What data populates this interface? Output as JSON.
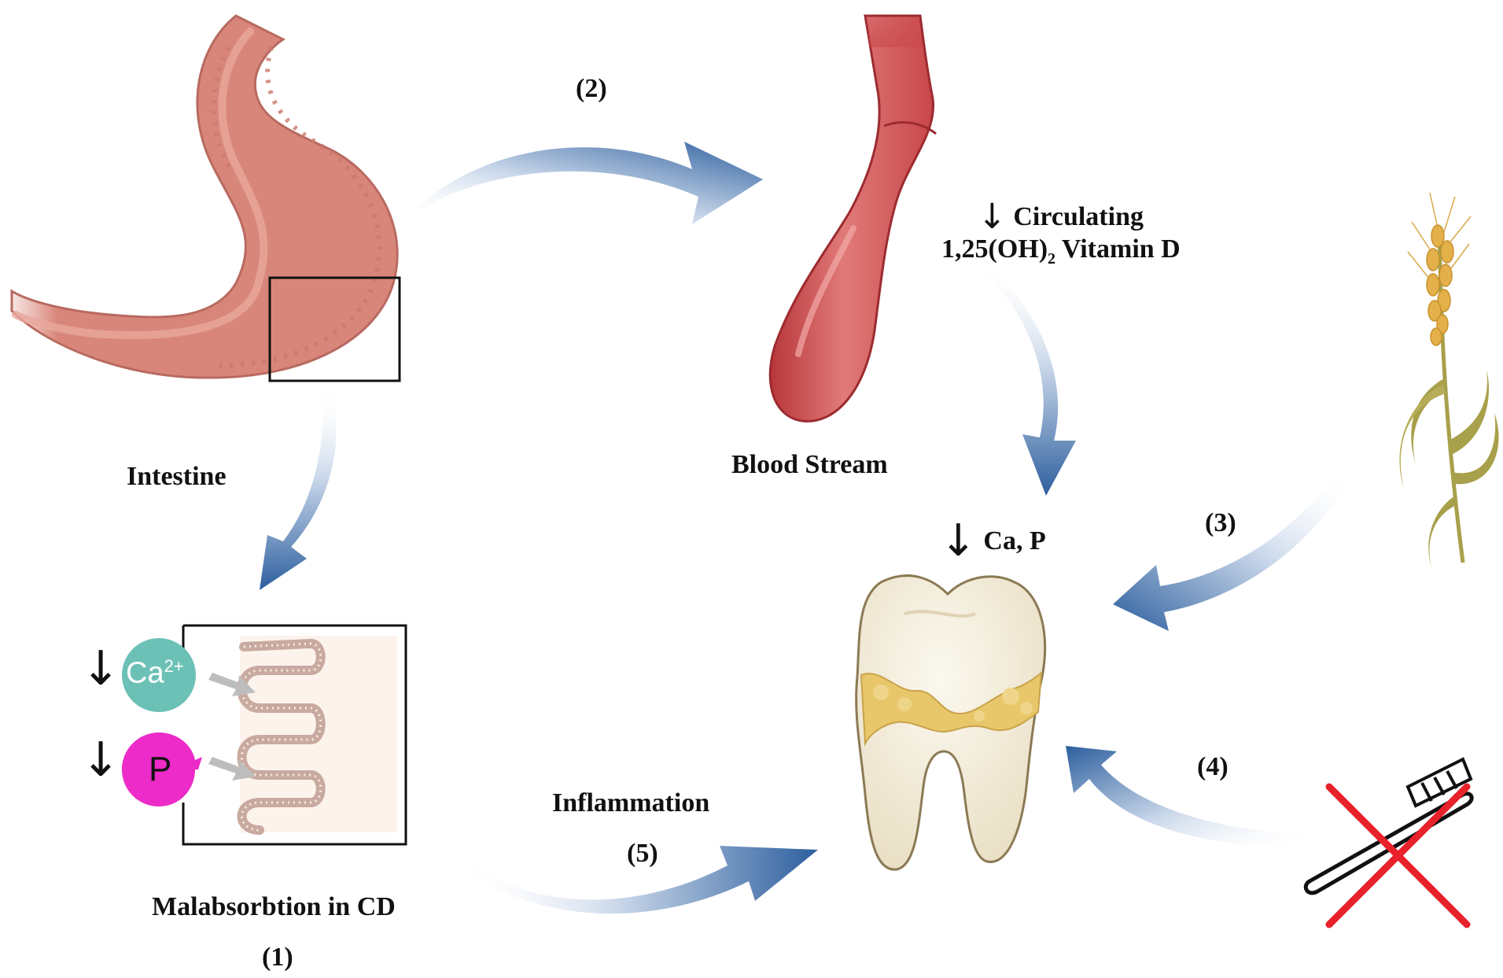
{
  "labels": {
    "step2": "(2)",
    "circulating_arrow": "↓",
    "circulating_line1": "Circulating",
    "vitamin_prefix": "1,25(OH)",
    "vitamin_sub": "2",
    "vitamin_suffix": " Vitamin D",
    "intestine": "Intestine",
    "blood_stream": "Blood Stream",
    "capa_arrow": "↓",
    "capa": "Ca, P",
    "step3": "(3)",
    "step4": "(4)",
    "inflammation": "Inflammation",
    "step5": "(5)",
    "malabsorption": "Malabsorbtion in CD",
    "step1": "(1)"
  },
  "ions": {
    "calcium_arrow": "↓",
    "calcium": "Ca",
    "calcium_charge": "2+",
    "phosphorus_arrow": "↓",
    "phosphorus": "P"
  },
  "colors": {
    "arrow_dark": "#2d5f9e",
    "arrow_light": "#dfe8f3",
    "intestine": "#d9867a",
    "intestine_dark": "#b86a60",
    "vessel": "#c8474a",
    "vessel_light": "#e07a78",
    "calcium_circle": "#6cc1b6",
    "phosphorus_circle": "#ec2bc8",
    "tooth": "#f4eedc",
    "tartar": "#e8c76a",
    "wheat_stalk": "#a8a04a",
    "wheat_head": "#e3b04a",
    "cross": "#e8212a",
    "frame": "#111111"
  },
  "icons": [
    "intestine-illustration",
    "blood-vessel-illustration",
    "tooth-illustration",
    "wheat-plant-icon",
    "toothbrush-icon",
    "prohibited-cross-icon",
    "villi-illustration"
  ]
}
